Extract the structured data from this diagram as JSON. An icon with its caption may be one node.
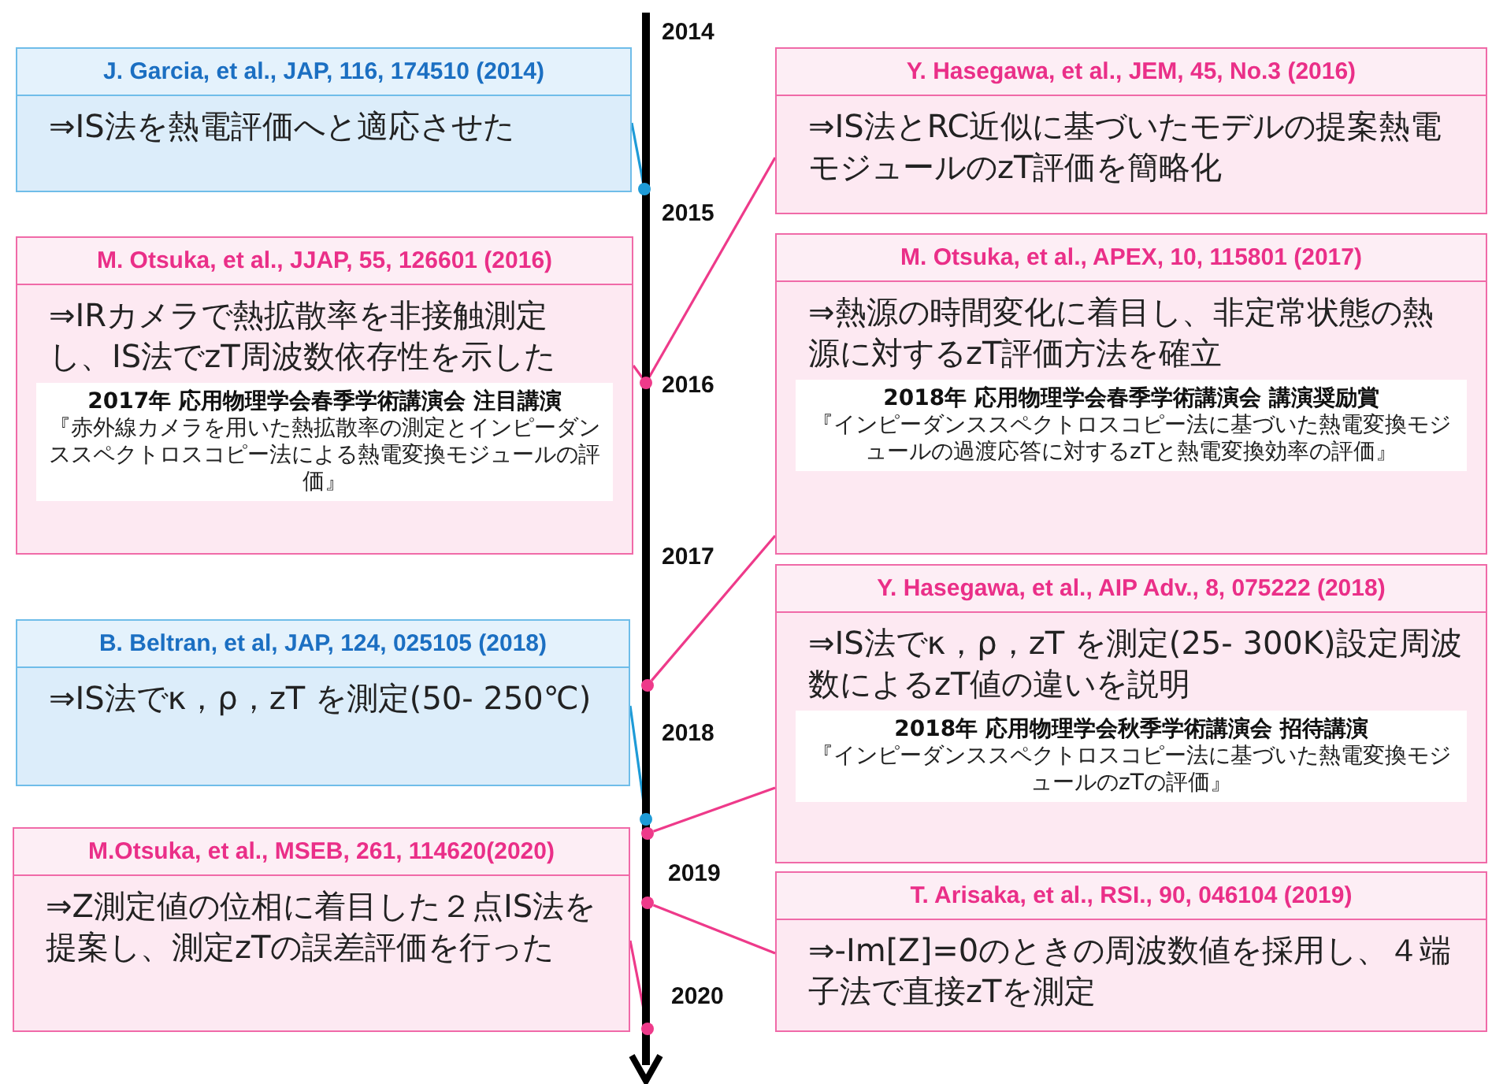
{
  "diagram": {
    "nodes": [
      {
        "text": [
          "J. Garcia, et al., JAP, 116, 174510 (2014)",
          "⇒IS法を熱電評価へと適応させた"
        ]
      },
      {
        "text": [
          "Y. Hasegawa, et al., JEM, 45, No.3 (2016)",
          "⇒IS法とRC近似に基づいたモデルの提案熱電モジュールのzT評価を簡略化"
        ]
      },
      {
        "text": [
          "M. Otsuka, et al., JJAP, 55, 126601 (2016)",
          "⇒IRカメラで熱拡散率を非接触測定し、IS法でzT周波数依存性を示した",
          "2017年 応用物理学会春季学術講演会 注目講演",
          "『赤外線カメラを用いた熱拡散率の測定とインピーダンススペクトロスコピー法による熱電変換モジュールの評価』"
        ]
      },
      {
        "text": [
          "M. Otsuka, et al., APEX, 10, 115801 (2017)",
          "⇒熱源の時間変化に着目し、非定常状態の熱源に対するzT評価方法を確立",
          "2018年 応用物理学会春季学術講演会 講演奨励賞",
          "『インピーダンススペクトロスコピー法に基づいた熱電変換モジュールの過渡応答に対するzTと熱電変換効率の評価』"
        ]
      },
      {
        "text": [
          "B. Beltran, et al, JAP, 124, 025105 (2018)",
          "⇒IS法でκ，ρ，zT を測定(50- 250℃)"
        ]
      },
      {
        "text": [
          "Y. Hasegawa, et al., AIP Adv., 8, 075222 (2018)",
          "⇒IS法でκ，ρ，zT を測定(25- 300K)設定周波数によるzT値の違いを説明",
          "2018年 応用物理学会秋季学術講演会 招待講演",
          "『インピーダンススペクトロスコピー法に基づいた熱電変換モジュールのzTの評価』"
        ]
      },
      {
        "text": [
          "M.Otsuka, et al., MSEB, 261, 114620(2020)",
          "⇒Z測定値の位相に着目した２点IS法を提案し、測定zTの誤差評価を行った"
        ]
      },
      {
        "text": [
          "T. Arisaka, et al., RSI., 90, 046104 (2019)",
          "⇒-Im[Z]=0のときの周波数値を採用し、４端子法で直接zTを測定"
        ]
      },
      {
        "text": [],
        "shape": "circle"
      },
      {
        "text": [],
        "shape": "circle"
      },
      {
        "text": [],
        "shape": "circle"
      },
      {
        "text": [],
        "shape": "circle"
      },
      {
        "text": [],
        "shape": "circle"
      },
      {
        "text": [],
        "shape": "circle"
      },
      {
        "text": [],
        "shape": "circle"
      }
    ],
    "edges": [
      {
        "from": 0,
        "to": 8,
        "arrow": "none",
        "color": "#1e9bd7"
      },
      {
        "from": 1,
        "to": 9,
        "arrow": "none"
      },
      {
        "from": 2,
        "to": 9,
        "arrow": "none"
      },
      {
        "from": 3,
        "to": 10,
        "arrow": "none"
      },
      {
        "from": 4,
        "to": 11,
        "arrow": "none",
        "color": "#1e9bd7"
      },
      {
        "from": 5,
        "to": 12,
        "arrow": "none"
      },
      {
        "from": 6,
        "to": 14,
        "arrow": "none"
      },
      {
        "from": 7,
        "to": 13,
        "arrow": "none"
      }
    ],
    "labels": [
      "2014",
      "2015",
      "2016",
      "2017",
      "2018",
      "2019",
      "2020"
    ]
  }
}
